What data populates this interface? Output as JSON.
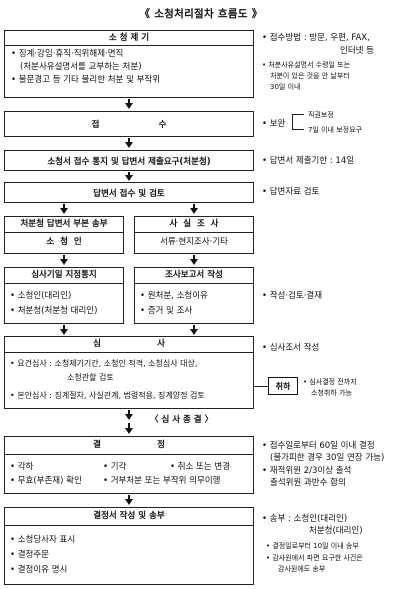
{
  "title": "《 소청처리절차 흐름도 》",
  "steps": {
    "s1": {
      "header": "소 청 제 기",
      "lines": [
        "• 징계·강임·휴직·직위해제·면직",
        "(처분사유설명서를 교부하는 처분)",
        "• 불문경고 등 기타 불리한 처분 및 부작위"
      ]
    },
    "s2": {
      "label": "접                    수"
    },
    "s3": {
      "label": "소청서 접수 통지 및 답변서 제출요구(처분청)"
    },
    "s4": {
      "label": "답변서 접수 및 검토"
    },
    "s5a": {
      "header": "처분청 답변서 부본 송부",
      "body": "소  청  인"
    },
    "s5b": {
      "header": "사  실  조  사",
      "body": "서류·현지조사·기타"
    },
    "s6a": {
      "header": "심사기일 지정통지",
      "lines": [
        "• 소청인(대리인)",
        "• 처분청(처분청 대리인)"
      ]
    },
    "s6b": {
      "header": "조사보고서 작성",
      "lines": [
        "• 원처분, 소청이유",
        "• 증거 및 조사"
      ]
    },
    "s7": {
      "header": "심                   사",
      "lines": [
        "• 요건심사 : 소청제기기간, 소청인 적격, 소청심사 대상,",
        "소청관할 검토",
        "• 본안심사 : 징계절차, 사실관계, 법령적용, 징계양정 검토"
      ]
    },
    "end_label": "〈 심 사 종 결 〉",
    "s8": {
      "header": "결                   정",
      "row1": [
        "• 각하",
        "• 기각",
        "• 취소 또는 변경"
      ],
      "row2": [
        "• 무효(부존재) 확인",
        "• 거부처분 또는 부작위 의무이행"
      ]
    },
    "s9": {
      "header": "결정서 작성 및 송부",
      "lines": [
        "• 소청당사자 표시",
        "• 결정주문",
        "• 결정이유 명시"
      ]
    }
  },
  "withdraw": {
    "badge": "취하",
    "lines": [
      "• 심사결정 전까지",
      "소청취하 가능"
    ]
  },
  "notes": {
    "n1_main": "• 접수방법 : 방문, 우편, FAX,",
    "n1_main2": "인터넷 등",
    "n1_sub": [
      "• 처분사유설명서 수령일 또는",
      "처분이 있은 것을 안 날부터",
      "30일 이내"
    ],
    "n2_main": "• 보완",
    "n2_items": [
      "직권보정",
      "7일 이내 보정요구"
    ],
    "n3": "• 답변서 제출기한 : 14일",
    "n4": "• 답변자료 검토",
    "n6": "• 작성·검토·결재",
    "n7": "• 심사조서 작성",
    "n8": [
      "• 접수일로부터 60일 이내 결정",
      "(불가피한 경우 30일 연장 가능)",
      "• 재적위원 2/3이상 출석",
      "출석위원 과반수 합의"
    ],
    "n9_main": [
      "• 송부 : 소청인(대리인)",
      "처분청(대리인)"
    ],
    "n9_sub": [
      "• 결정일로부터 10일 이내 송부",
      "• 감사원에서 파면 요구한 사건은",
      "감사원에도 송부"
    ]
  }
}
